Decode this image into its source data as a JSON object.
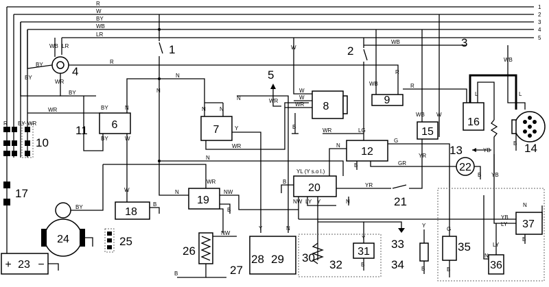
{
  "bus_lines": [
    {
      "id": "1",
      "color": "R"
    },
    {
      "id": "2",
      "color": "W"
    },
    {
      "id": "3",
      "color": "BY"
    },
    {
      "id": "4",
      "color": "WB"
    },
    {
      "id": "5",
      "color": "LR"
    }
  ],
  "components": {
    "c1": "1",
    "c2": "2",
    "c3": "3",
    "c4": "4",
    "c5": "5",
    "c6": "6",
    "c7": "7",
    "c8": "8",
    "c9": "9",
    "c10": "10",
    "c11": "11",
    "c12": "12",
    "c13": "13",
    "c14": "14",
    "c15": "15",
    "c16": "16",
    "c17": "17",
    "c18": "18",
    "c19": "19",
    "c20": "20",
    "c21": "21",
    "c22": "22",
    "c23": "23",
    "c24": "24",
    "c25": "25",
    "c26": "26",
    "c27": "27",
    "c28": "28",
    "c29": "29",
    "c30": "30",
    "c31": "31",
    "c32": "32",
    "c33": "33",
    "c34": "34",
    "c35": "35",
    "c36": "36",
    "c37": "37"
  },
  "battery": {
    "plus": "+",
    "minus": "−"
  },
  "wire_labels": {
    "by": "BY",
    "wr": "WR",
    "wb": "WB",
    "lr": "LR",
    "r": "R",
    "w": "W",
    "n": "N",
    "y": "Y",
    "lg": "LG",
    "g": "G",
    "gr": "GR",
    "yr": "YR",
    "yb": "YB",
    "ly": "LY",
    "l": "L",
    "nw": "NW",
    "b": "B",
    "yl_vsol": "YL (Y s.o l.)"
  }
}
